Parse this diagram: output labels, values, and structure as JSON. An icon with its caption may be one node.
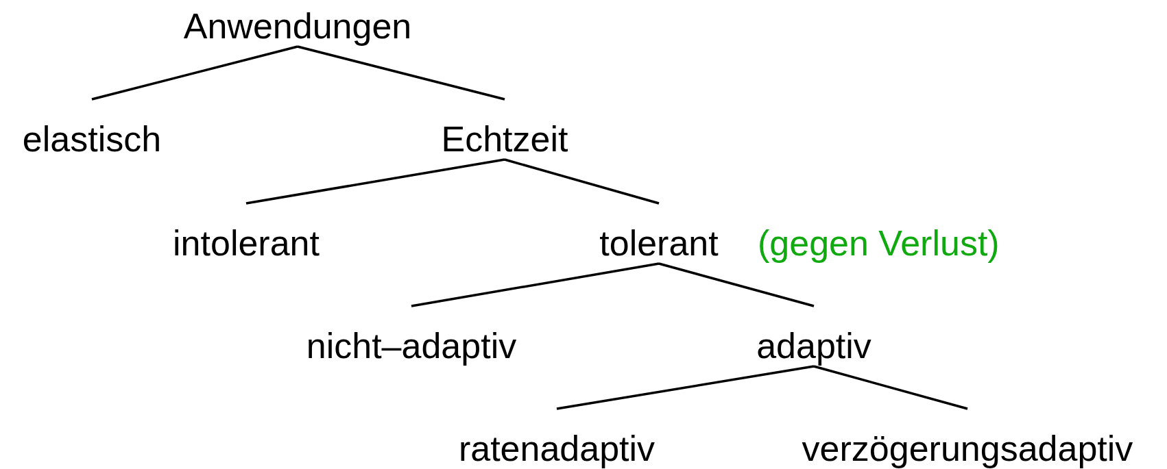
{
  "diagram": {
    "nodes": [
      {
        "text": [
          "Anwendungen"
        ]
      },
      {
        "text": [
          "elastisch"
        ]
      },
      {
        "text": [
          "Echtzeit"
        ]
      },
      {
        "text": [
          "intolerant"
        ]
      },
      {
        "text": [
          "tolerant"
        ],
        "beside": [
          "(gegen Verlust)"
        ]
      },
      {
        "text": [
          "nicht–adaptiv"
        ]
      },
      {
        "text": [
          "adaptiv"
        ]
      },
      {
        "text": [
          "ratenadaptiv"
        ]
      },
      {
        "text": [
          "verzögerungsadaptiv"
        ]
      }
    ],
    "edges": [
      {
        "from": 0,
        "to": 1,
        "arrow": "none"
      },
      {
        "from": 0,
        "to": 2,
        "arrow": "none"
      },
      {
        "from": 2,
        "to": 3,
        "arrow": "none"
      },
      {
        "from": 2,
        "to": 4,
        "arrow": "none"
      },
      {
        "from": 4,
        "to": 5,
        "arrow": "none"
      },
      {
        "from": 4,
        "to": 6,
        "arrow": "none"
      },
      {
        "from": 6,
        "to": 7,
        "arrow": "none"
      },
      {
        "from": 6,
        "to": 8,
        "arrow": "none"
      }
    ]
  }
}
